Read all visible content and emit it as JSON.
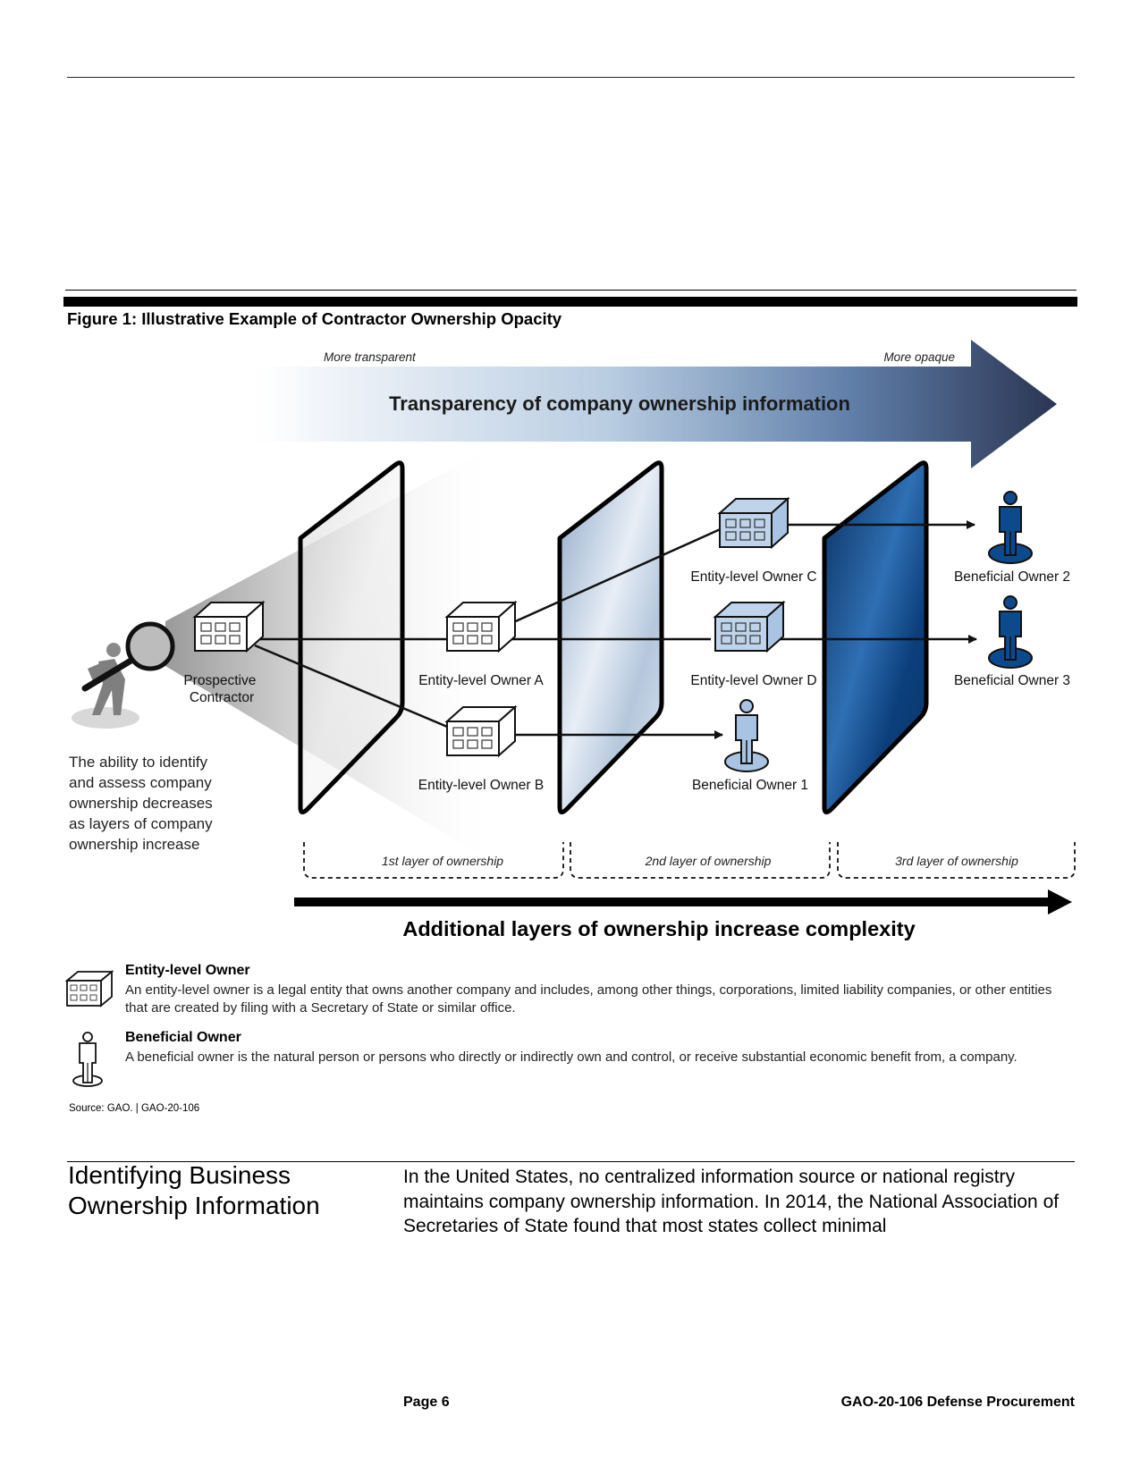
{
  "figure": {
    "title": "Figure 1: Illustrative Example of Contractor Ownership Opacity",
    "transparency_arrow": {
      "left_label": "More transparent",
      "right_label": "More opaque",
      "title": "Transparency of company ownership information"
    },
    "nodes": {
      "prospective_contractor": [
        "Prospective",
        "Contractor"
      ],
      "owner_a": "Entity-level Owner A",
      "owner_b": "Entity-level Owner B",
      "owner_c": "Entity-level Owner C",
      "owner_d": "Entity-level Owner D",
      "beneficial_1": "Beneficial Owner 1",
      "beneficial_2": "Beneficial Owner 2",
      "beneficial_3": "Beneficial Owner 3"
    },
    "side_note": [
      "The ability to identify",
      "and assess company",
      "ownership decreases",
      "as layers of company",
      "ownership increase"
    ],
    "layers": [
      "1st layer of ownership",
      "2nd layer of ownership",
      "3rd layer of ownership"
    ],
    "complexity_label": "Additional layers of ownership increase complexity",
    "colors": {
      "layer1": "#d9d9d9",
      "layer2": "#a9bdd4",
      "layer3": "#0d3f78",
      "arrow_dark": "#2b3553",
      "person_dark": "#0d4a8c",
      "person_light": "#a9c4e2",
      "building_light": "#bfd4ea"
    }
  },
  "legend": {
    "entity": {
      "heading": "Entity-level Owner",
      "text": "An entity-level owner is a legal entity that owns another company and includes, among other things, corporations, limited liability companies, or other entities that are created by filing with a Secretary of State or similar office."
    },
    "beneficial": {
      "heading": "Beneficial Owner",
      "text": "A beneficial owner is the natural person or persons who directly or indirectly own and control, or receive substantial economic benefit from, a company."
    }
  },
  "source": "Source: GAO.  |  GAO-20-106",
  "section": {
    "heading": "Identifying Business Ownership Information",
    "body": "In the United States, no centralized information source or national registry maintains company ownership information. In 2014, the National Association of Secretaries of State found that most states collect minimal"
  },
  "footer": {
    "page": "Page 6",
    "report": "GAO-20-106  Defense Procurement"
  }
}
